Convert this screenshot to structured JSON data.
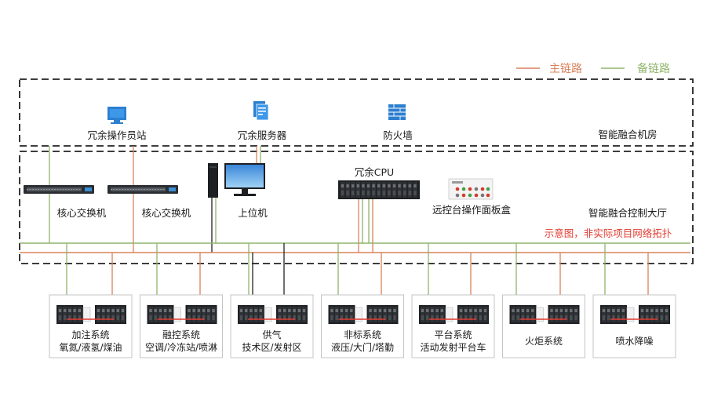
{
  "legend": {
    "main": "主链路",
    "backup": "备链路",
    "main_color": "#d9825b",
    "backup_color": "#8fb56b"
  },
  "zones": {
    "room": "智能融合机房",
    "hall": "智能融合控制大厅"
  },
  "devices": {
    "op_station": "冗余操作员站",
    "server": "冗余服务器",
    "firewall": "防火墙",
    "switch1": "核心交换机",
    "switch2": "核心交换机",
    "host": "上位机",
    "cpu": "冗余CPU",
    "panel": "远控台操作面板盒"
  },
  "note": "示意图，非实际项目网络拓扑",
  "note_color": "#e03a2f",
  "subsystems": [
    {
      "line1": "加注系统",
      "line2": "氧氮/液氢/煤油"
    },
    {
      "line1": "融控系统",
      "line2": "空调/冷冻站/喷淋"
    },
    {
      "line1": "供气",
      "line2": "技术区/发射区"
    },
    {
      "line1": "非标系统",
      "line2": "液压/大门/塔勤"
    },
    {
      "line1": "平台系统",
      "line2": "活动发射平台车"
    },
    {
      "line1": "火炬系统",
      "line2": ""
    },
    {
      "line1": "喷水降噪",
      "line2": ""
    }
  ]
}
